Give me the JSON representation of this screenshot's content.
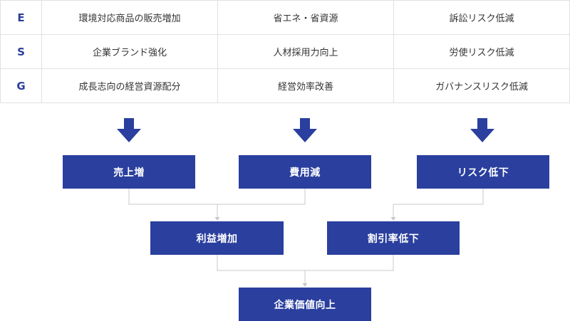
{
  "esg_rows": [
    {
      "letter": "E",
      "cells": [
        "環境対応商品の販売増加",
        "省エネ・省資源",
        "訴訟リスク低減"
      ]
    },
    {
      "letter": "S",
      "cells": [
        "企業ブランド強化",
        "人材採用力向上",
        "労使リスク低減"
      ]
    },
    {
      "letter": "G",
      "cells": [
        "成長志向の経営資源配分",
        "経営効率改善",
        "ガバナンスリスク低減"
      ]
    }
  ],
  "level1": [
    "売上増",
    "費用減",
    "リスク低下"
  ],
  "level2": [
    "利益増加",
    "割引率低下"
  ],
  "level3": "企業価値向上",
  "colors": {
    "box": "#2a3f9e",
    "letter": "#2d3e9a",
    "connector": "#c8c8c8",
    "border": "#e1e1e1"
  }
}
